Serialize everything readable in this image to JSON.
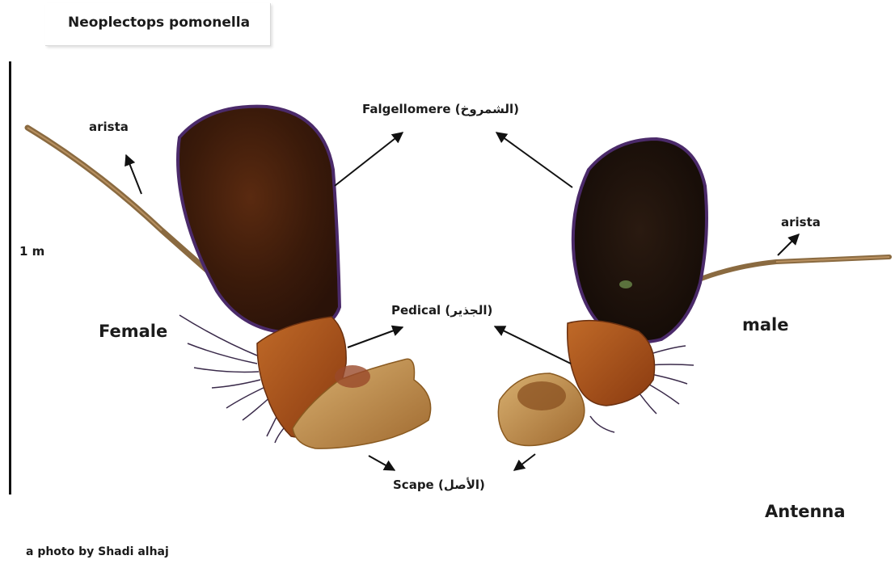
{
  "title": "Neoplectops pomonella",
  "scale_label": "1 m",
  "labels": {
    "arista_left": "arista",
    "arista_right": "arista",
    "flagellomere": "Falgellomere (الشمروخ)",
    "pedical": "Pedical (الجذير)",
    "scape": "Scape (الأصل)",
    "female": "Female",
    "male": "male",
    "antenna": "Antenna",
    "credit": "a photo by Shadi alhaj"
  },
  "colors": {
    "flagellomere_dark": "#2a1208",
    "flagellomere_light": "#7a3a14",
    "flagellomere_rim": "#4b2a6a",
    "pedicel": "#a8521c",
    "scape": "#c89a50",
    "arista": "#8a6a40",
    "bristle": "#3a2a4a"
  }
}
